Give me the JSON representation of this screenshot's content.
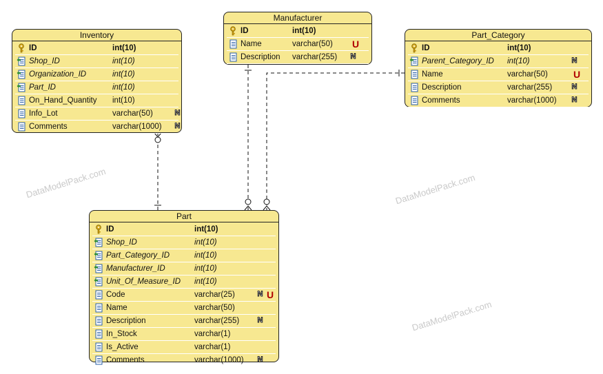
{
  "watermark": "DataModelPack.com",
  "flags": {
    "nullable": "N",
    "unique": "U"
  },
  "entities": {
    "inventory": {
      "title": "Inventory",
      "columns": [
        {
          "name": "ID",
          "type": "int(10)",
          "kind": "pk",
          "flags": []
        },
        {
          "name": "Shop_ID",
          "type": "int(10)",
          "kind": "fk",
          "flags": []
        },
        {
          "name": "Organization_ID",
          "type": "int(10)",
          "kind": "fk",
          "flags": []
        },
        {
          "name": "Part_ID",
          "type": "int(10)",
          "kind": "fk",
          "flags": []
        },
        {
          "name": "On_Hand_Quantity",
          "type": "int(10)",
          "kind": "col",
          "flags": []
        },
        {
          "name": "Info_Lot",
          "type": "varchar(50)",
          "kind": "col",
          "flags": [
            "N"
          ]
        },
        {
          "name": "Comments",
          "type": "varchar(1000)",
          "kind": "col",
          "flags": [
            "N"
          ]
        }
      ]
    },
    "manufacturer": {
      "title": "Manufacturer",
      "columns": [
        {
          "name": "ID",
          "type": "int(10)",
          "kind": "pk",
          "flags": []
        },
        {
          "name": "Name",
          "type": "varchar(50)",
          "kind": "col",
          "flags": [
            "U"
          ]
        },
        {
          "name": "Description",
          "type": "varchar(255)",
          "kind": "col",
          "flags": [
            "N"
          ]
        }
      ]
    },
    "part_category": {
      "title": "Part_Category",
      "columns": [
        {
          "name": "ID",
          "type": "int(10)",
          "kind": "pk",
          "flags": []
        },
        {
          "name": "Parent_Category_ID",
          "type": "int(10)",
          "kind": "fk",
          "flags": [
            "N"
          ]
        },
        {
          "name": "Name",
          "type": "varchar(50)",
          "kind": "col",
          "flags": [
            "U"
          ]
        },
        {
          "name": "Description",
          "type": "varchar(255)",
          "kind": "col",
          "flags": [
            "N"
          ]
        },
        {
          "name": "Comments",
          "type": "varchar(1000)",
          "kind": "col",
          "flags": [
            "N"
          ]
        }
      ]
    },
    "part": {
      "title": "Part",
      "columns": [
        {
          "name": "ID",
          "type": "int(10)",
          "kind": "pk",
          "flags": []
        },
        {
          "name": "Shop_ID",
          "type": "int(10)",
          "kind": "fk",
          "flags": []
        },
        {
          "name": "Part_Category_ID",
          "type": "int(10)",
          "kind": "fk",
          "flags": []
        },
        {
          "name": "Manufacturer_ID",
          "type": "int(10)",
          "kind": "fk",
          "flags": []
        },
        {
          "name": "Unit_Of_Measure_ID",
          "type": "int(10)",
          "kind": "fk",
          "flags": []
        },
        {
          "name": "Code",
          "type": "varchar(25)",
          "kind": "col",
          "flags": [
            "N",
            "U"
          ]
        },
        {
          "name": "Name",
          "type": "varchar(50)",
          "kind": "col",
          "flags": []
        },
        {
          "name": "Description",
          "type": "varchar(255)",
          "kind": "col",
          "flags": [
            "N"
          ]
        },
        {
          "name": "In_Stock",
          "type": "varchar(1)",
          "kind": "col",
          "flags": []
        },
        {
          "name": "Is_Active",
          "type": "varchar(1)",
          "kind": "col",
          "flags": []
        },
        {
          "name": "Comments",
          "type": "varchar(1000)",
          "kind": "col",
          "flags": [
            "N"
          ]
        }
      ]
    }
  },
  "relationships": [
    {
      "from": "inventory",
      "to": "part",
      "parent_end": "many-optional",
      "child_end": "one"
    },
    {
      "from": "manufacturer",
      "to": "part",
      "parent_end": "one",
      "child_end": "many-optional"
    },
    {
      "from": "part_category",
      "to": "part",
      "parent_end": "one",
      "child_end": "many-optional"
    }
  ]
}
